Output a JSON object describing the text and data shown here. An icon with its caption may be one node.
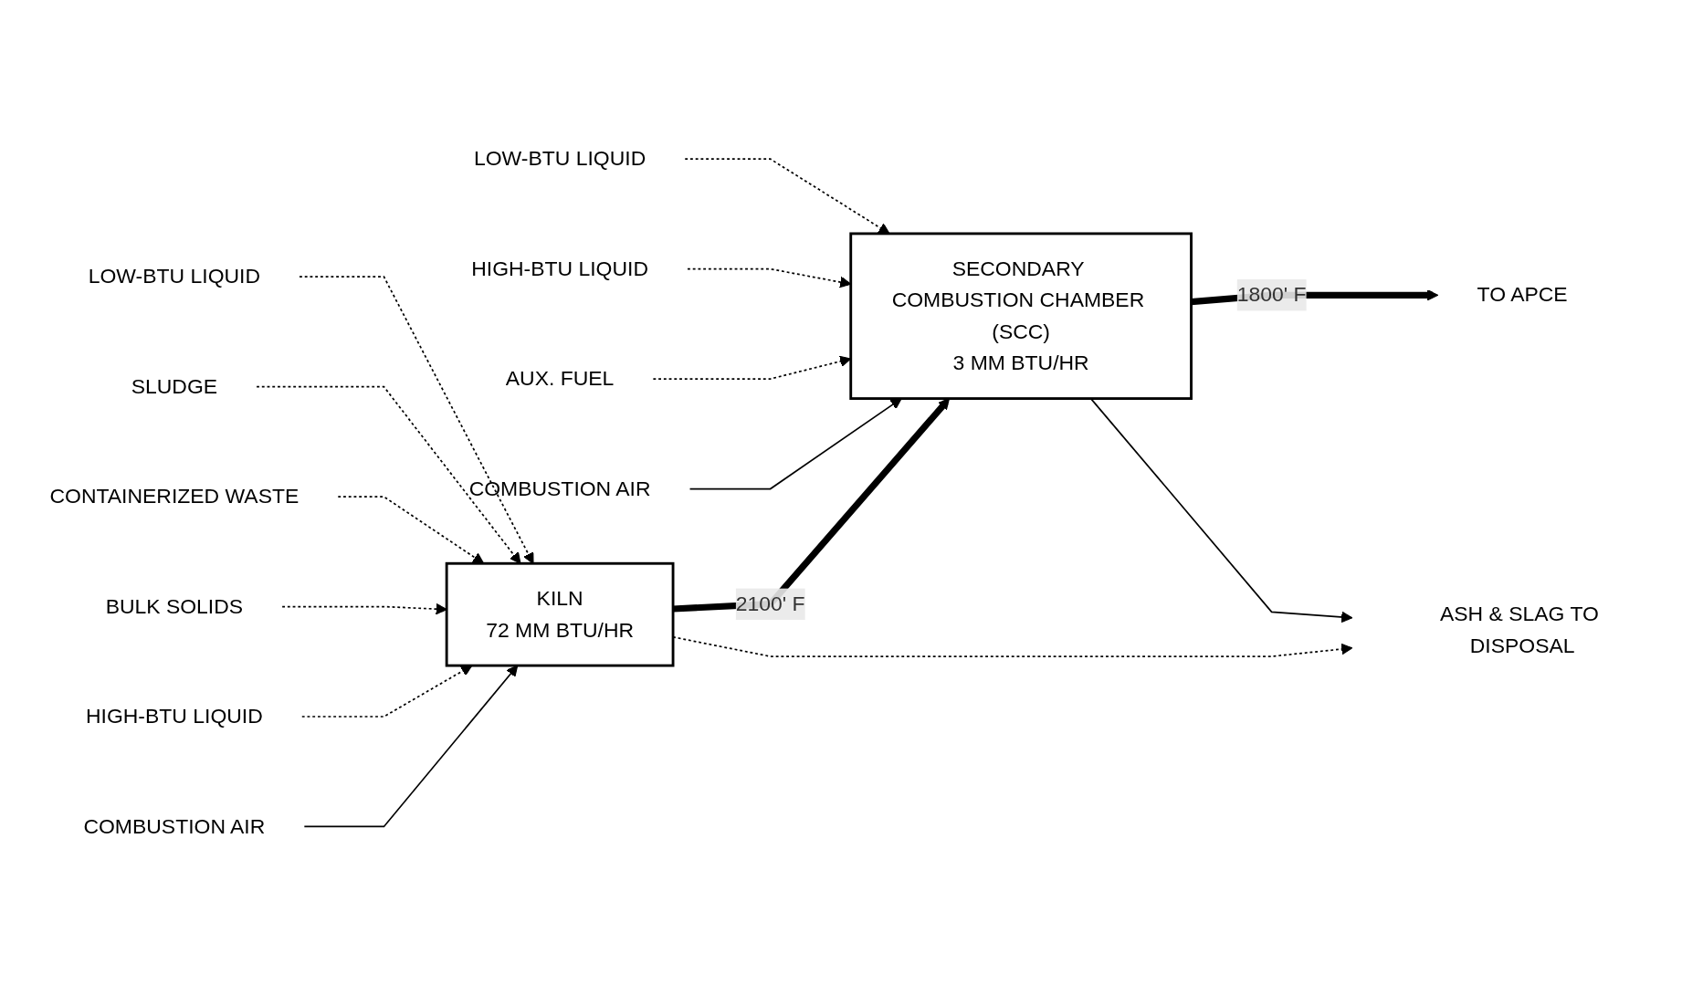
{
  "diagram": {
    "nodes": [
      {
        "text": [
          "LOW-BTU LIQUID"
        ]
      },
      {
        "text": [
          "SLUDGE"
        ]
      },
      {
        "text": [
          "CONTAINERIZED WASTE"
        ]
      },
      {
        "text": [
          "BULK SOLIDS"
        ]
      },
      {
        "text": [
          "HIGH-BTU LIQUID"
        ]
      },
      {
        "text": [
          "COMBUSTION AIR"
        ]
      },
      {
        "text": [
          "KILN",
          "72 MM BTU/HR"
        ]
      },
      {
        "text": [
          "LOW-BTU LIQUID"
        ]
      },
      {
        "text": [
          "HIGH-BTU LIQUID"
        ]
      },
      {
        "text": [
          "AUX. FUEL"
        ]
      },
      {
        "text": [
          "COMBUSTION AIR"
        ]
      },
      {
        "text": [
          "SECONDARY COMBUSTION CHAMBER (SCC)",
          "3 MM BTU/HR"
        ]
      },
      {
        "text": [
          "TO APCE"
        ]
      },
      {
        "text": [
          "ASH & SLAG TO DISPOSAL"
        ]
      }
    ],
    "edges": [
      {
        "from": 0,
        "to": 6,
        "arrow": "to",
        "style": "dashed"
      },
      {
        "from": 1,
        "to": 6,
        "arrow": "to",
        "style": "dashed"
      },
      {
        "from": 2,
        "to": 6,
        "arrow": "to",
        "style": "dashed"
      },
      {
        "from": 3,
        "to": 6,
        "arrow": "to",
        "style": "dashed"
      },
      {
        "from": 4,
        "to": 6,
        "arrow": "to",
        "style": "dashed"
      },
      {
        "from": 5,
        "to": 6,
        "arrow": "to"
      },
      {
        "from": 7,
        "to": 11,
        "arrow": "to",
        "style": "dashed"
      },
      {
        "from": 8,
        "to": 11,
        "arrow": "to",
        "style": "dashed"
      },
      {
        "from": 9,
        "to": 11,
        "arrow": "to",
        "style": "dashed"
      },
      {
        "from": 10,
        "to": 11,
        "arrow": "to"
      },
      {
        "from": 6,
        "to": 11,
        "arrow": "to",
        "label": "2100' F",
        "style": "thick"
      },
      {
        "from": 11,
        "to": 12,
        "arrow": "to",
        "label": "1800' F",
        "style": "thick"
      },
      {
        "from": 11,
        "to": 13,
        "arrow": "to"
      },
      {
        "from": 6,
        "to": 13,
        "arrow": "to",
        "style": "dashed"
      }
    ]
  }
}
